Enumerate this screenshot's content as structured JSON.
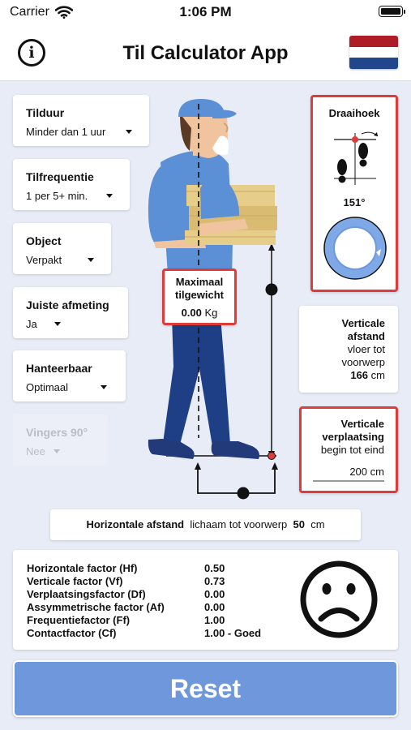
{
  "status_bar": {
    "carrier": "Carrier",
    "time": "1:06 PM"
  },
  "nav": {
    "title": "Til Calculator App",
    "flag_colors": [
      "#ae1c28",
      "#ffffff",
      "#21468b"
    ]
  },
  "selectors": [
    {
      "label": "Tilduur",
      "value": "Minder dan 1 uur",
      "enabled": true
    },
    {
      "label": "Tilfrequentie",
      "value": "1 per 5+ min.",
      "enabled": true
    },
    {
      "label": "Object",
      "value": "Verpakt",
      "enabled": true
    },
    {
      "label": "Juiste afmeting",
      "value": "Ja",
      "enabled": true
    },
    {
      "label": "Hanteerbaar",
      "value": "Optimaal",
      "enabled": true
    },
    {
      "label": "Vingers 90°",
      "value": "Nee",
      "enabled": false
    }
  ],
  "max_weight": {
    "line1": "Maximaal",
    "line2": "tilgewicht",
    "value": "0.00",
    "unit": "Kg"
  },
  "rotation": {
    "title": "Draaihoek",
    "angle": "151°"
  },
  "vertical_distance": {
    "line1": "Verticale",
    "line2": "afstand",
    "line3": "vloer tot",
    "line4": "voorwerp",
    "value": "166",
    "unit": "cm"
  },
  "vertical_displacement": {
    "line1": "Verticale",
    "line2": "verplaatsing",
    "line3": "begin tot eind",
    "value": "200",
    "unit": "cm"
  },
  "horizontal_distance": {
    "label": "Horizontale afstand",
    "sublabel": "lichaam tot voorwerp",
    "value": "50",
    "unit": "cm"
  },
  "factors": [
    {
      "label": "Horizontale factor (Hf)",
      "value": "0.50"
    },
    {
      "label": "Verticale factor (Vf)",
      "value": "0.73"
    },
    {
      "label": "Verplaatsingsfactor (Df)",
      "value": "0.00"
    },
    {
      "label": "Assymmetrische factor (Af)",
      "value": "0.00"
    },
    {
      "label": "Frequentiefactor (Ff)",
      "value": "1.00"
    },
    {
      "label": "Contactfactor (Cf)",
      "value": "1.00 - Goed"
    }
  ],
  "result_face": "sad-face-icon",
  "reset_label": "Reset",
  "colors": {
    "accent": "#6f98dc",
    "alert": "#de3b3b",
    "background": "#e8ecf7"
  }
}
